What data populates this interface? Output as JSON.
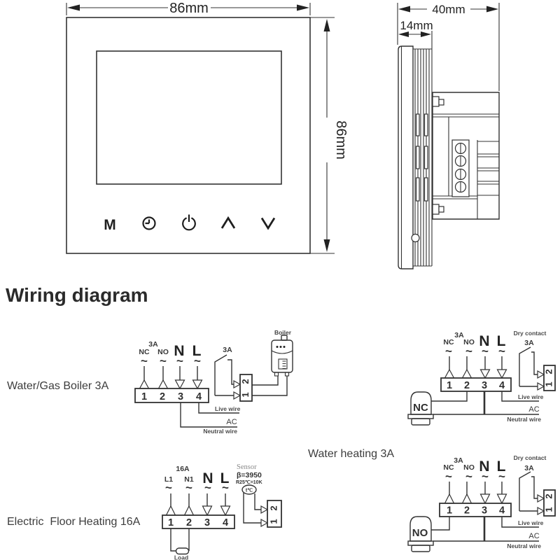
{
  "front_view": {
    "width": "86mm",
    "height": "86mm",
    "mode_button": "M"
  },
  "side_view": {
    "depth": "40mm",
    "panel_depth": "14mm"
  },
  "wiring": {
    "heading": "Wiring diagram",
    "captions": {
      "boiler": "Water/Gas Boiler 3A",
      "water": "Water heating 3A",
      "floor": "Electric  Floor Heating 16A"
    },
    "symbols": {
      "tilde": "~",
      "terminals": [
        "1",
        "2",
        "3",
        "4"
      ]
    },
    "labels": {
      "nc": "NC",
      "no": "NO",
      "n": "N",
      "l": "L",
      "l1": "L1",
      "n1": "N1",
      "amp_3a": "3A",
      "amp_16a": "16A",
      "dry_contact": "Dry contact",
      "live": "Live wire",
      "ac": "AC",
      "neutral": "Neutral wire",
      "boiler_device": "Boiler",
      "load": "Load"
    },
    "sensor": {
      "title": "Sensor",
      "beta": "β=3950",
      "resistance": "R25℃=10K",
      "probe": "t℃"
    }
  }
}
